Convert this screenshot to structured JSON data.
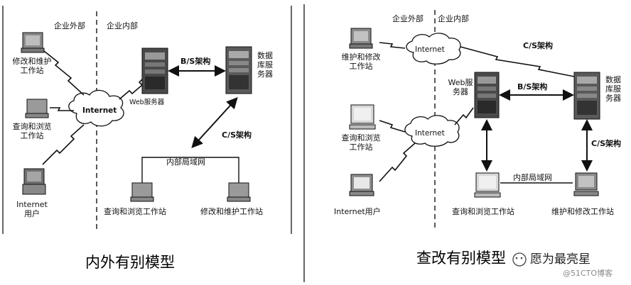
{
  "left": {
    "zone_outside": "企业外部",
    "zone_inside": "企业内部",
    "internet": "Internet",
    "maint_ws": [
      "修改和维护",
      "工作站"
    ],
    "query_ws": [
      "查询和浏览",
      "工作站"
    ],
    "internet_user": [
      "Internet",
      "用户"
    ],
    "web_server": "Web服务器",
    "db_server": [
      "数据",
      "库服",
      "务器"
    ],
    "bs_label": "B/S架构",
    "cs_label": "C/S架构",
    "lan_label": "内部局域网",
    "lan_query": "查询和浏览工作站",
    "lan_maint": "修改和维护工作站",
    "caption": "内外有别模型"
  },
  "right": {
    "zone_outside": "企业外部",
    "zone_inside": "企业内部",
    "internet_top": "Internet",
    "internet_bottom": "Internet",
    "maint_ws": [
      "维护和修改",
      "工作站"
    ],
    "query_ws": [
      "查询和浏览",
      "工作站"
    ],
    "internet_user": "Internet用户",
    "web_server": [
      "Web服",
      "务器"
    ],
    "db_server": [
      "数据",
      "库服",
      "务器"
    ],
    "cs_top": "C/S架构",
    "bs_label": "B/S架构",
    "cs_right": "C/S架构",
    "lan_label": "内部局域网",
    "lan_query": "查询和浏览工作站",
    "lan_maint": "维护和修改工作站",
    "caption": "查改有别模型"
  },
  "watermark": {
    "name": "愿为最亮星",
    "site": "@51CTO博客"
  },
  "colors": {
    "ink": "#111111",
    "screen_gray": "#9a9a9a",
    "server_dark": "#3a3a3a"
  }
}
